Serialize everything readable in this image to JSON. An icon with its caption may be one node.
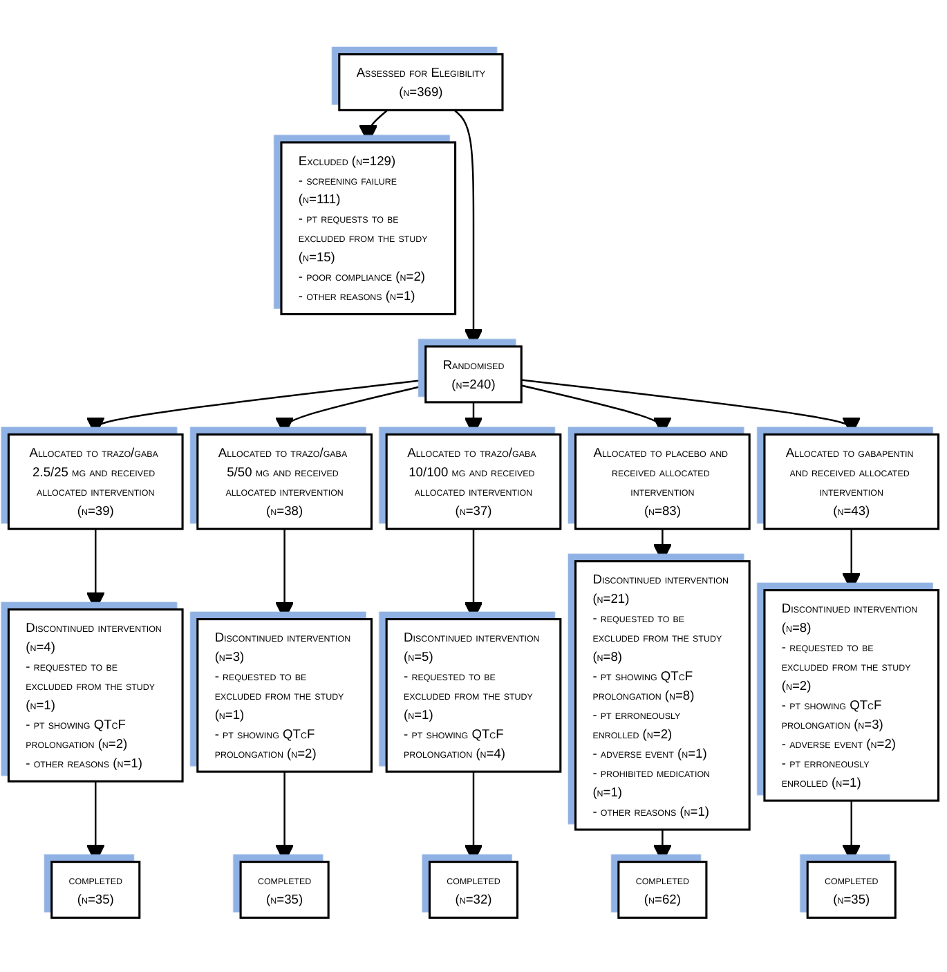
{
  "diagram": {
    "nodes": [
      {
        "text": [
          "Assessed for Elegibility",
          "(n=369)"
        ]
      },
      {
        "text": [
          "Excluded (n=129)",
          "- screening failure (n=111)",
          "- pt requests to be excluded from the study (n=15)",
          "- poor compliance (n=2)",
          "- other reasons (n=1)"
        ]
      },
      {
        "text": [
          "Randomised",
          "(n=240)"
        ]
      },
      {
        "text": [
          "Allocated to trazo/gaba 2.5/25 mg and received allocated intervention",
          "(n=39)"
        ]
      },
      {
        "text": [
          "Allocated to trazo/gaba 5/50 mg and received allocated intervention",
          "(n=38)"
        ]
      },
      {
        "text": [
          "Allocated to trazo/gaba 10/100 mg and received allocated intervention",
          "(n=37)"
        ]
      },
      {
        "text": [
          "Allocated to placebo and received allocated intervention",
          "(n=83)"
        ]
      },
      {
        "text": [
          "Allocated to gabapentin and received allocated intervention",
          "(n=43)"
        ]
      },
      {
        "text": [
          "Discontinued intervention (n=4)",
          "- requested to be excluded from the study (n=1)",
          "- pt showing QTcF prolongation (n=2)",
          "- other reasons (n=1)"
        ]
      },
      {
        "text": [
          "Discontinued intervention (n=3)",
          "- requested to be excluded from the study (n=1)",
          "- pt showing QTcF prolongation (n=2)"
        ]
      },
      {
        "text": [
          "Discontinued intervention (n=5)",
          "- requested to be excluded from the study (n=1)",
          "- pt showing QTcF prolongation (n=4)"
        ]
      },
      {
        "text": [
          "Discontinued intervention (n=21)",
          "- requested to be excluded from the study (n=8)",
          "- pt showing QTcF prolongation (n=8)",
          "- pt erroneously enrolled (n=2)",
          "- adverse event (n=1)",
          "- prohibited medication (n=1)",
          "- other reasons (n=1)"
        ]
      },
      {
        "text": [
          "Discontinued intervention (n=8)",
          "- requested to be excluded from the study (n=2)",
          "- pt showing QTcF prolongation (n=3)",
          "- adverse event (n=2)",
          "- pt erroneously enrolled (n=1)"
        ]
      },
      {
        "text": [
          "completed",
          "(n=35)"
        ]
      },
      {
        "text": [
          "completed",
          "(n=35)"
        ]
      },
      {
        "text": [
          "completed",
          "(n=32)"
        ]
      },
      {
        "text": [
          "completed",
          "(n=62)"
        ]
      },
      {
        "text": [
          "completed",
          "(n=35)"
        ]
      }
    ],
    "edges": [
      {
        "from": 0,
        "to": 1,
        "arrow": "to"
      },
      {
        "from": 0,
        "to": 2,
        "arrow": "to"
      },
      {
        "from": 2,
        "to": 3,
        "arrow": "to"
      },
      {
        "from": 2,
        "to": 4,
        "arrow": "to"
      },
      {
        "from": 2,
        "to": 5,
        "arrow": "to"
      },
      {
        "from": 2,
        "to": 6,
        "arrow": "to"
      },
      {
        "from": 2,
        "to": 7,
        "arrow": "to"
      },
      {
        "from": 3,
        "to": 8,
        "arrow": "to"
      },
      {
        "from": 4,
        "to": 9,
        "arrow": "to"
      },
      {
        "from": 5,
        "to": 10,
        "arrow": "to"
      },
      {
        "from": 6,
        "to": 11,
        "arrow": "to"
      },
      {
        "from": 7,
        "to": 12,
        "arrow": "to"
      },
      {
        "from": 8,
        "to": 13,
        "arrow": "to"
      },
      {
        "from": 9,
        "to": 14,
        "arrow": "to"
      },
      {
        "from": 10,
        "to": 15,
        "arrow": "to"
      },
      {
        "from": 11,
        "to": 16,
        "arrow": "to"
      },
      {
        "from": 12,
        "to": 17,
        "arrow": "to"
      }
    ]
  }
}
